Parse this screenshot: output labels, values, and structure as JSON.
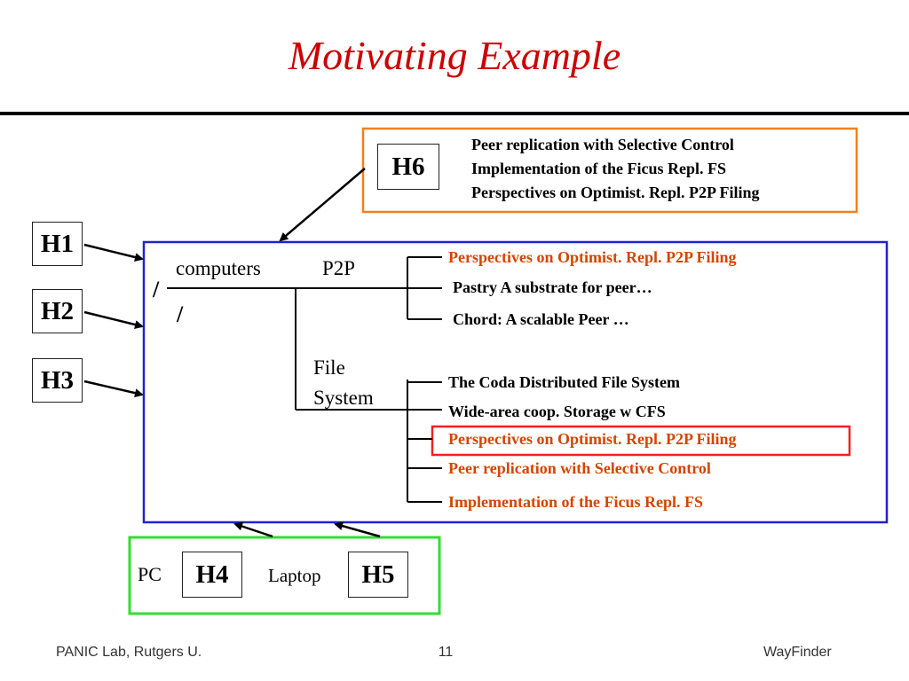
{
  "slide": {
    "title": "Motivating Example"
  },
  "hosts": {
    "h1": "H1",
    "h2": "H2",
    "h3": "H3",
    "h4": "H4",
    "h5": "H5",
    "h6": "H6"
  },
  "h6_list": [
    "Peer replication with Selective Control",
    "Implementation of the Ficus Repl. FS",
    "Perspectives on Optimist. Repl. P2P Filing"
  ],
  "tree": {
    "root": "/",
    "root2": "/",
    "computers": "computers",
    "p2p": "P2P",
    "file_system_line1": "File",
    "file_system_line2": "System"
  },
  "p2p_items": [
    "Perspectives on Optimist. Repl. P2P Filing",
    "Pastry A substrate for peer…",
    "Chord: A scalable Peer …"
  ],
  "fs_items": [
    "The Coda Distributed File System",
    "Wide-area coop. Storage w CFS",
    "Perspectives on Optimist. Repl. P2P Filing",
    "Peer replication with Selective Control",
    "Implementation of the Ficus Repl. FS"
  ],
  "devices": {
    "pc": "PC",
    "laptop": "Laptop"
  },
  "footer": {
    "left": "PANIC Lab, Rutgers U.",
    "page": "11",
    "right": "WayFinder"
  },
  "colors": {
    "title": "#cc0000",
    "orange_box": "#f08020",
    "blue_box": "#2222cc",
    "green_box": "#33dd33",
    "highlight_box": "#ee2222",
    "item_orange": "#d44500"
  }
}
